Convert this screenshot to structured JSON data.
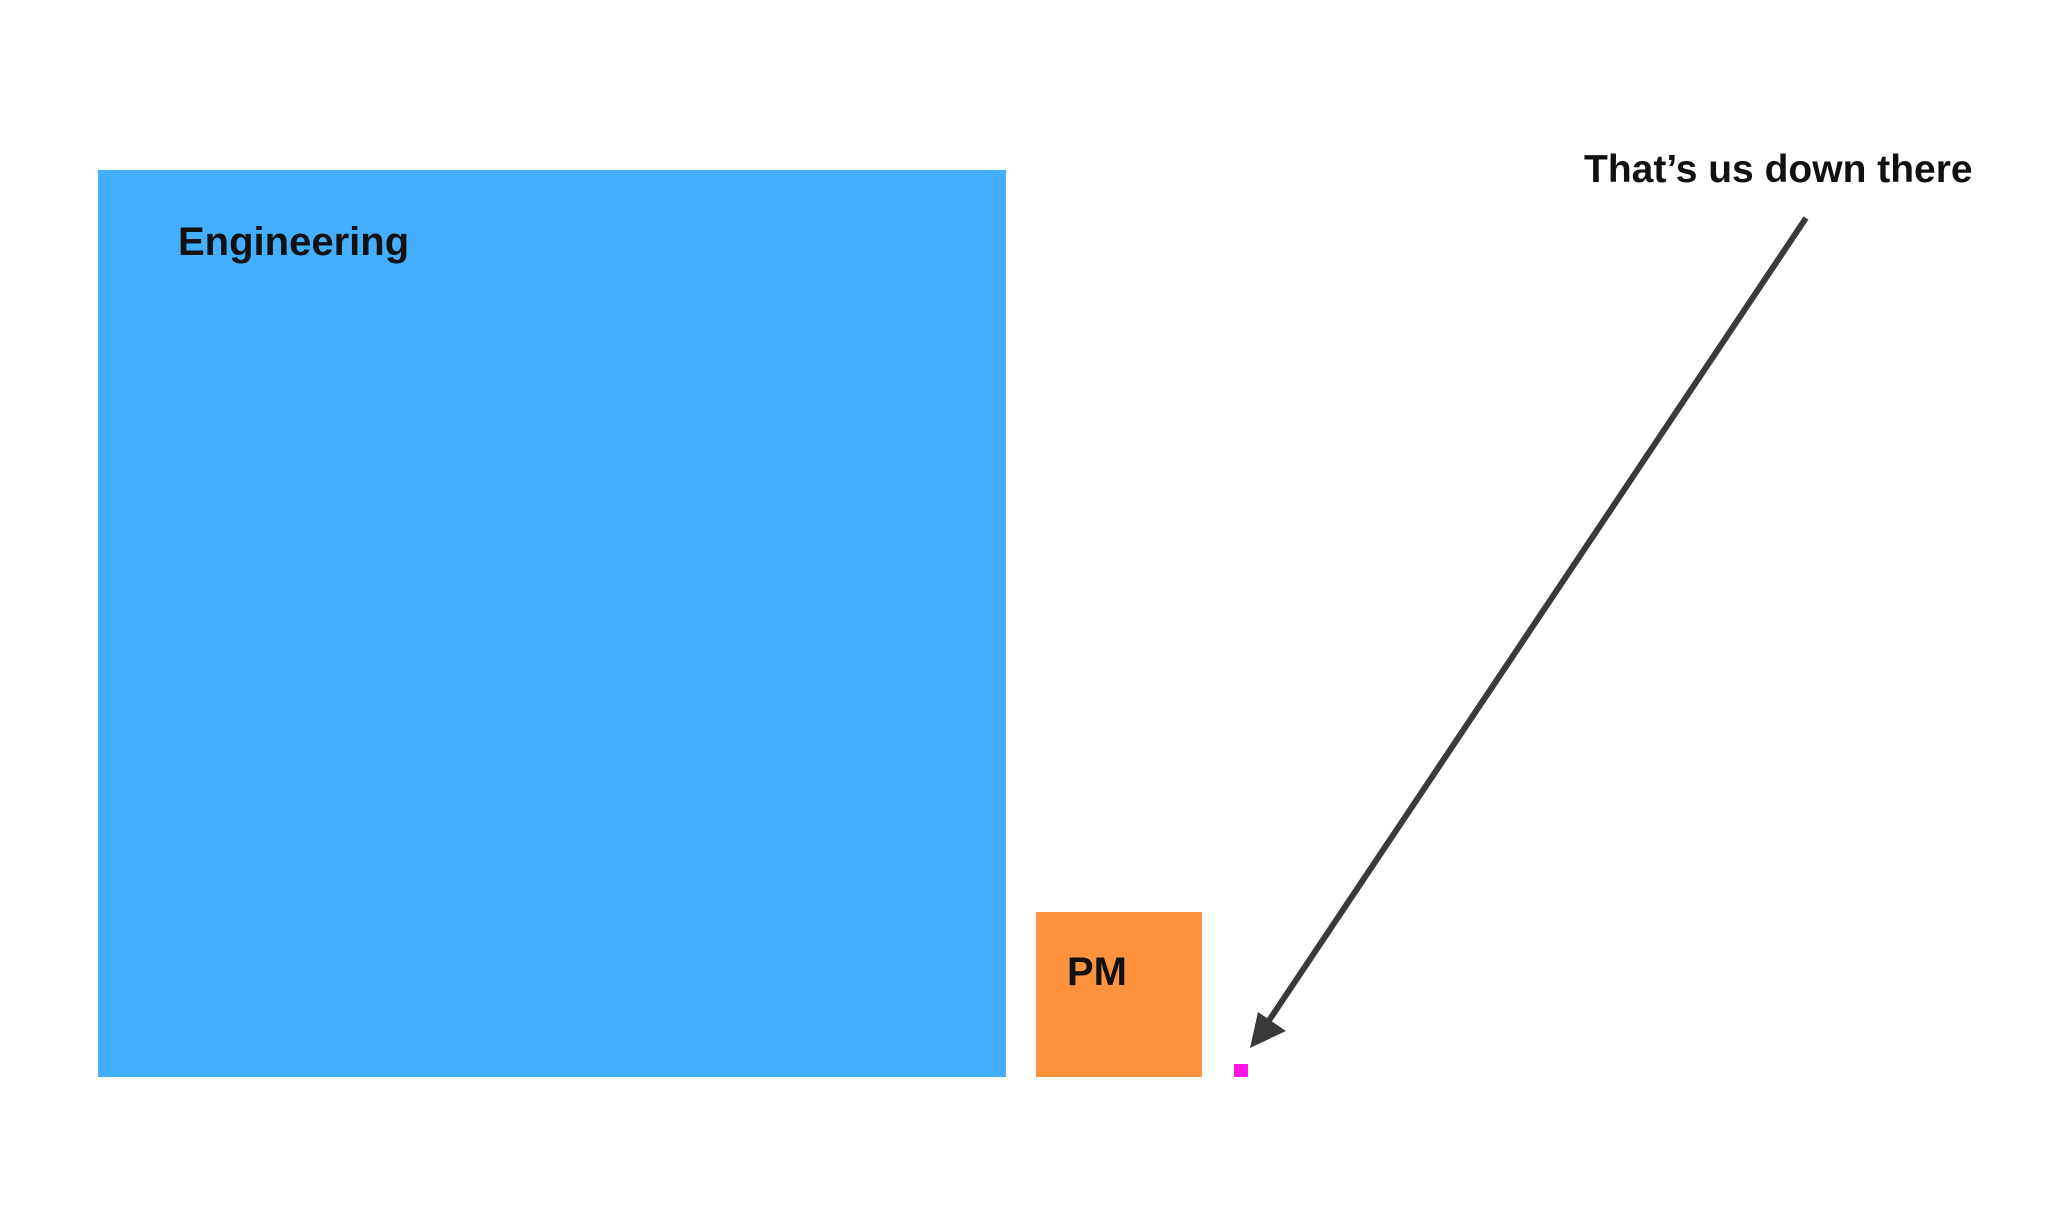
{
  "engineering": {
    "label": "Engineering",
    "color": "#45AFFF"
  },
  "pm": {
    "label": "PM",
    "color": "#FF923D"
  },
  "us": {
    "color": "#FF16E6"
  },
  "annotation": {
    "text": "That’s us down there",
    "arrow_color": "#3A3A3A"
  }
}
